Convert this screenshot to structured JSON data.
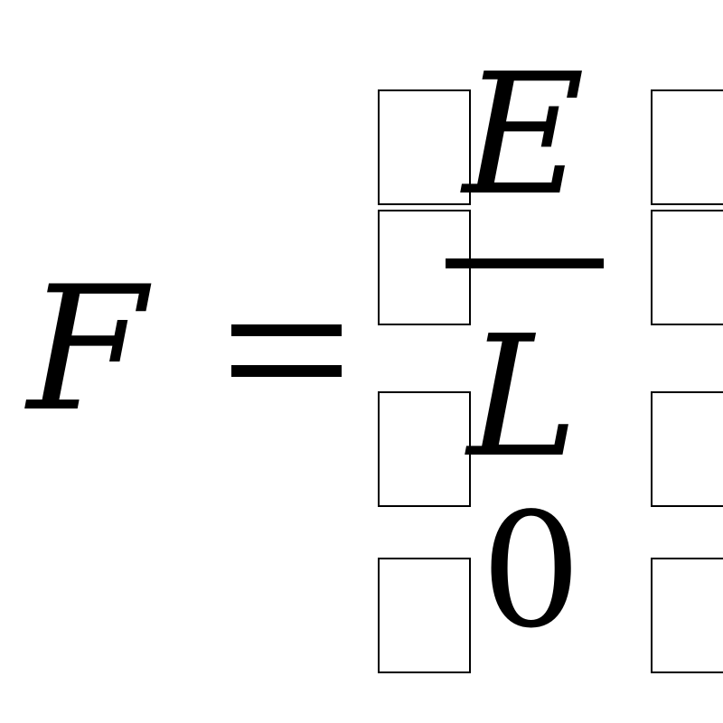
{
  "equation": {
    "lhs": "F",
    "numerator": "E",
    "denominator": "L",
    "below": "0",
    "placeholder_glyph": "missing-glyph-box"
  },
  "colors": {
    "text": "#000000",
    "background": "#ffffff"
  }
}
